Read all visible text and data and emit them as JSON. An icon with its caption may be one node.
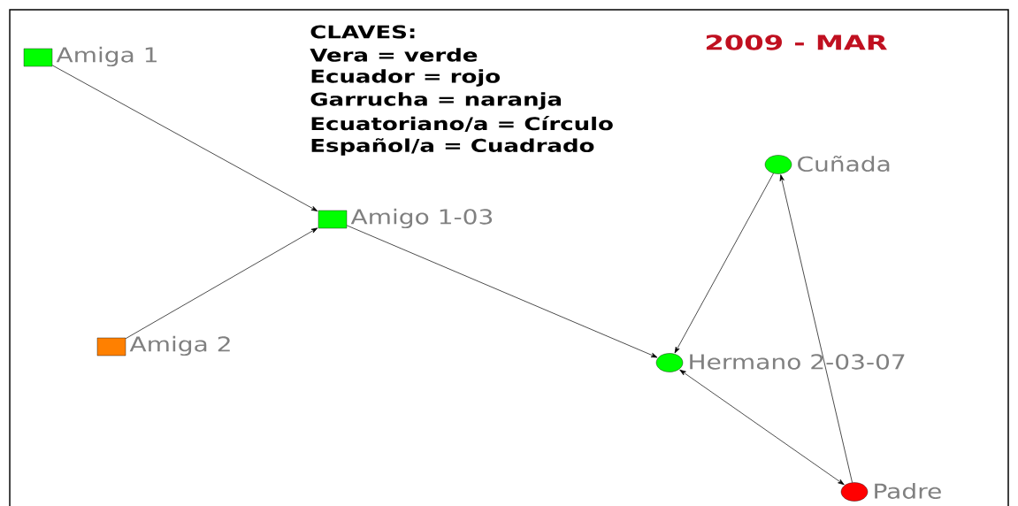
{
  "diagram": {
    "title": "2009 - MAR",
    "nodes": [
      {
        "text": [],
        "shape": "box",
        "beside": [
          "Amiga 1"
        ]
      },
      {
        "text": [],
        "shape": "circle",
        "beside": [
          "Cuñada"
        ]
      },
      {
        "text": [],
        "shape": "box",
        "beside": [
          "Amigo 1-03"
        ]
      },
      {
        "text": [],
        "shape": "box",
        "beside": [
          "Amiga 2"
        ]
      },
      {
        "text": [],
        "shape": "circle",
        "beside": [
          "Hermano 2-03-07"
        ]
      },
      {
        "text": [],
        "shape": "circle",
        "beside": [
          "Padre"
        ]
      }
    ],
    "edges": [
      {
        "from": 0,
        "to": 2,
        "arrow": "to"
      },
      {
        "from": 3,
        "to": 2,
        "arrow": "to"
      },
      {
        "from": 2,
        "to": 4,
        "arrow": "to"
      },
      {
        "from": 1,
        "to": 4,
        "arrow": "to"
      },
      {
        "from": 4,
        "to": 5,
        "arrow": "both"
      },
      {
        "from": 5,
        "to": 1,
        "arrow": "to"
      }
    ],
    "labels": [
      "CLAVES:",
      "Vera = verde",
      "Ecuador = rojo",
      "Garrucha = naranja",
      "Ecuatoriano/a = Círculo",
      "Español/a = Cuadrado"
    ]
  }
}
